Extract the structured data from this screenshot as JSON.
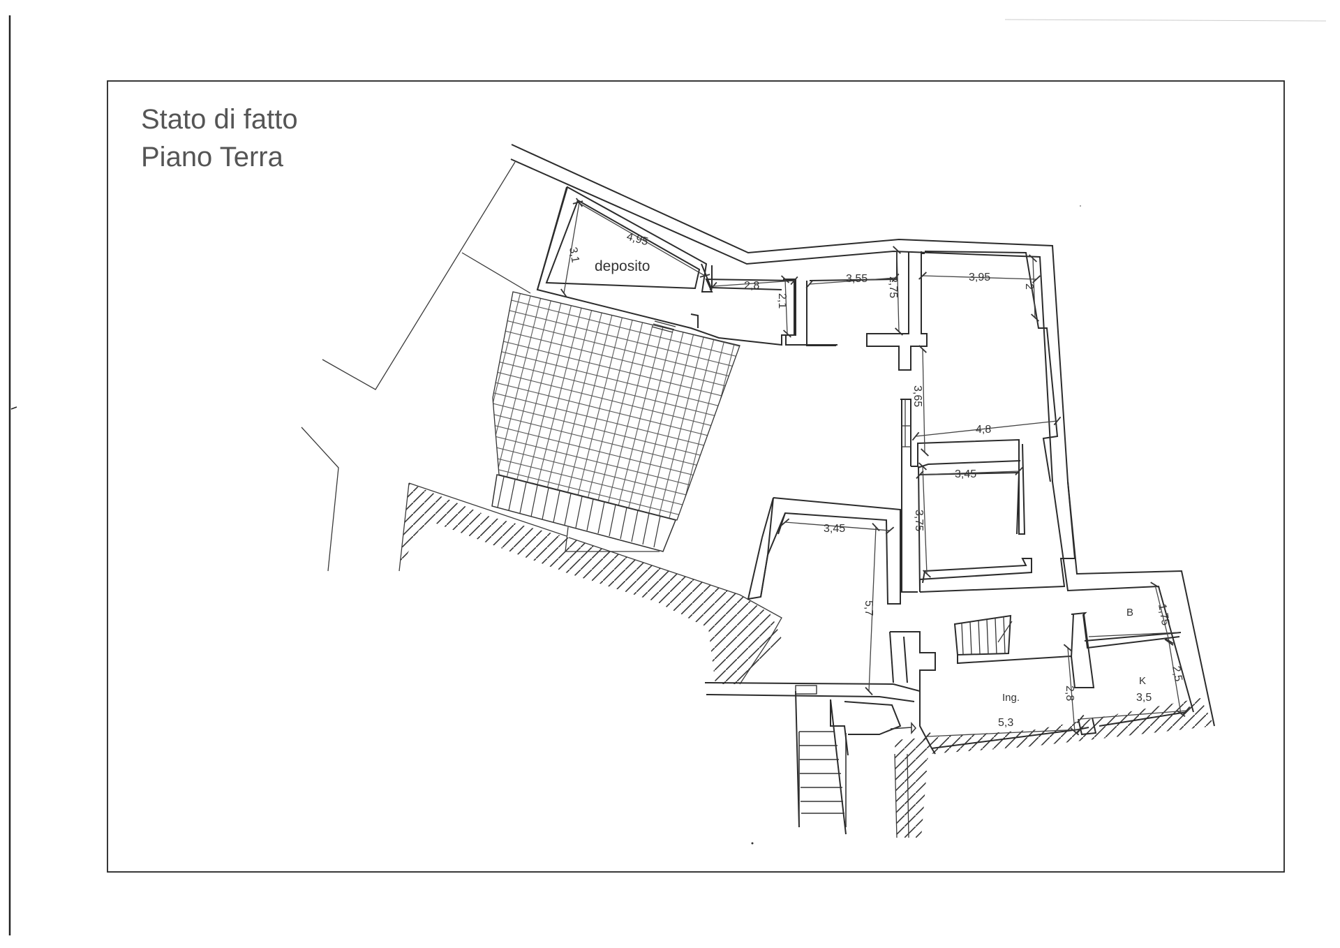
{
  "title": {
    "line1": "Stato di fatto",
    "line2": "Piano Terra"
  },
  "rooms": {
    "deposito": "deposito",
    "bathroom": "B",
    "kitchen": "K",
    "entrance": "Ing."
  },
  "dimensions": {
    "d_3_1": "3,1",
    "d_4_95": "4,95",
    "d_2_8_top": "2,8",
    "d_2_1": "2,1",
    "d_3_55": "3,55",
    "d_2_75": "2,75",
    "d_3_95": "3,95",
    "d_2": "2",
    "d_3_65": "3,65",
    "d_4_8": "4,8",
    "d_3_45_right": "3,45",
    "d_3_75": "3,75",
    "d_3_45_left": "3,45",
    "d_5_7": "5,7",
    "d_1_75": "1,75",
    "d_2_5": "2,5",
    "d_2_8_bottom": "2,8",
    "d_3_5": "3,5",
    "d_5_3": "5,3"
  },
  "colors": {
    "line": "#2b2b2b",
    "title": "#555555",
    "background": "#ffffff"
  }
}
